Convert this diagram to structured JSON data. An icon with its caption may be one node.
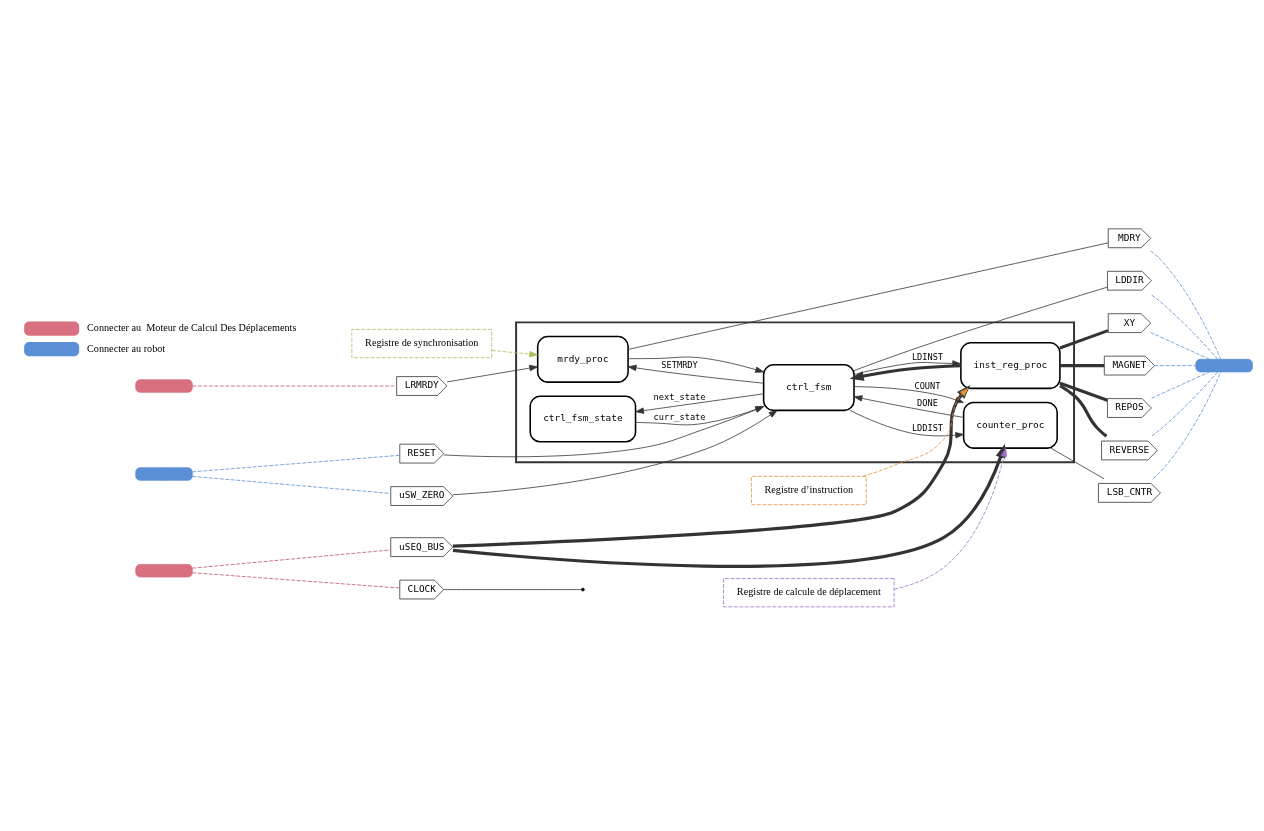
{
  "diagram": {
    "nodes": [
      {
        "text": [],
        "shape": "box"
      },
      {
        "text": [],
        "shape": "bar"
      },
      {
        "text": [
          "LRMRDY"
        ]
      },
      {
        "text": [
          "mrdy_proc"
        ],
        "in": 0
      },
      {
        "text": [
          "MDRY"
        ]
      },
      {
        "text": [
          "ctrl_fsm_state"
        ],
        "in": 0
      },
      {
        "text": [
          "Registre de synchronisation"
        ]
      },
      {
        "text": [],
        "shape": "bar"
      },
      {
        "text": [
          "RESET"
        ]
      },
      {
        "text": [
          "ctrl_fsm"
        ],
        "in": 0
      },
      {
        "text": [
          "uSW_ZERO"
        ]
      },
      {
        "text": [],
        "shape": "bar"
      },
      {
        "text": [
          "LDDIR"
        ]
      },
      {
        "text": [
          "LSB_CNTR"
        ]
      },
      {
        "text": [
          "counter_proc"
        ],
        "in": 0
      },
      {
        "text": [
          "REVERSE"
        ]
      },
      {
        "text": [
          "XY"
        ]
      },
      {
        "text": [
          "uSEQ_BUS"
        ]
      },
      {
        "text": [],
        "shape": "bar"
      },
      {
        "text": [
          "inst_reg_proc"
        ],
        "in": 0
      },
      {
        "text": [
          "MAGNET"
        ]
      },
      {
        "text": [
          "CLOCK"
        ]
      },
      {
        "text": [
          "REPOS"
        ]
      },
      {
        "text": [
          "Registre de calcule de déplacement"
        ]
      },
      {
        "text": [
          "Registre d’instruction"
        ]
      }
    ],
    "edges": [
      {
        "from": 1,
        "to": 2,
        "arrow": "none",
        "style": "dashed",
        "color": "#c0506a"
      },
      {
        "from": 2,
        "to": 3,
        "arrow": "to"
      },
      {
        "from": 3,
        "to": 4,
        "arrow": "none"
      },
      {
        "from": 3,
        "to": 9,
        "arrow": "to"
      },
      {
        "from": 9,
        "to": 3,
        "arrow": "to",
        "label": "SETMRDY"
      },
      {
        "from": 5,
        "to": 9,
        "arrow": "to",
        "label": "curr_state"
      },
      {
        "from": 9,
        "to": 5,
        "arrow": "to",
        "label": "next_state"
      },
      {
        "from": 6,
        "to": 3,
        "arrow": "to",
        "style": "dashed",
        "color": "#a8c060"
      },
      {
        "from": 7,
        "to": 8,
        "arrow": "none",
        "style": "dashed",
        "color": "#5b8fd6"
      },
      {
        "from": 7,
        "to": 10,
        "arrow": "none",
        "style": "dashed",
        "color": "#5b8fd6"
      },
      {
        "from": 8,
        "to": 9,
        "arrow": "to"
      },
      {
        "from": 10,
        "to": 9,
        "arrow": "to"
      },
      {
        "from": 9,
        "to": 12,
        "arrow": "none"
      },
      {
        "from": 9,
        "to": 19,
        "arrow": "to",
        "label": "LDINST"
      },
      {
        "from": 9,
        "to": 14,
        "arrow": "to",
        "label": "COUNT"
      },
      {
        "from": 9,
        "to": 14,
        "arrow": "to",
        "label": "LDDIST"
      },
      {
        "from": 14,
        "to": 9,
        "arrow": "to",
        "label": "DONE"
      },
      {
        "from": 14,
        "to": 13,
        "arrow": "none"
      },
      {
        "from": 17,
        "to": 19,
        "arrow": "to",
        "style": "thick"
      },
      {
        "from": 17,
        "to": 14,
        "arrow": "to",
        "style": "thick"
      },
      {
        "from": 19,
        "to": 9,
        "arrow": "to",
        "style": "thick"
      },
      {
        "from": 19,
        "to": 15,
        "arrow": "none",
        "style": "thick"
      },
      {
        "from": 19,
        "to": 16,
        "arrow": "none",
        "style": "thick"
      },
      {
        "from": 19,
        "to": 20,
        "arrow": "none",
        "style": "thick"
      },
      {
        "from": 19,
        "to": 22,
        "arrow": "none",
        "style": "thick"
      },
      {
        "from": 18,
        "to": 17,
        "arrow": "none",
        "style": "dashed",
        "color": "#c0506a"
      },
      {
        "from": 18,
        "to": 21,
        "arrow": "none",
        "style": "dashed",
        "color": "#c0506a"
      },
      {
        "from": 21,
        "to": null,
        "arrow": "none"
      },
      {
        "from": 11,
        "to": 4,
        "arrow": "none",
        "style": "dashed",
        "color": "#5b8fd6"
      },
      {
        "from": 11,
        "to": 12,
        "arrow": "none",
        "style": "dashed",
        "color": "#5b8fd6"
      },
      {
        "from": 11,
        "to": 13,
        "arrow": "none",
        "style": "dashed",
        "color": "#5b8fd6"
      },
      {
        "from": 11,
        "to": 15,
        "arrow": "none",
        "style": "dashed",
        "color": "#5b8fd6"
      },
      {
        "from": 11,
        "to": 16,
        "arrow": "none",
        "style": "dashed",
        "color": "#5b8fd6"
      },
      {
        "from": 11,
        "to": 20,
        "arrow": "none",
        "style": "dashed",
        "color": "#5b8fd6"
      },
      {
        "from": 11,
        "to": 22,
        "arrow": "none",
        "style": "dashed",
        "color": "#5b8fd6"
      },
      {
        "from": 23,
        "to": 14,
        "arrow": "to",
        "style": "dashed",
        "color": "#9a70c8"
      },
      {
        "from": 24,
        "to": 19,
        "arrow": "to",
        "style": "dashed",
        "color": "#e8913a"
      }
    ],
    "legend": [
      {
        "text": "Connecter au  Moteur de Calcul Des Déplacements",
        "color": "#d9707f"
      },
      {
        "text": "Connecter au robot",
        "color": "#5b8fd6"
      }
    ]
  }
}
